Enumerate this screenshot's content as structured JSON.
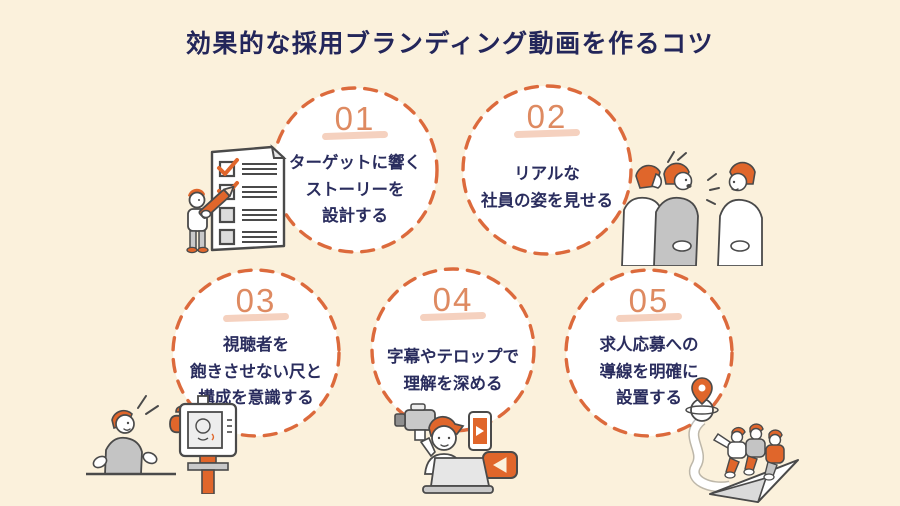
{
  "title": "効果的な採用ブランディング動画を作るコツ",
  "colors": {
    "background": "#FBF1DC",
    "circle_fill": "#FFFFFF",
    "circle_border": "#DC6A3C",
    "number": "#DE8A61",
    "number_underline": "#F2C1AA",
    "text": "#2A2D5E",
    "title_text": "#23265A",
    "accent_orange": "#E0662B",
    "illustration_gray": "#C9C9C9"
  },
  "circles": [
    {
      "number": "01",
      "lines": [
        "ターゲットに響く",
        "ストーリーを",
        "設計する"
      ]
    },
    {
      "number": "02",
      "lines": [
        "リアルな",
        "社員の姿を見せる"
      ]
    },
    {
      "number": "03",
      "lines": [
        "視聴者を",
        "飽きさせない尺と",
        "構成を意識する"
      ]
    },
    {
      "number": "04",
      "lines": [
        "字幕やテロップで",
        "理解を深める"
      ]
    },
    {
      "number": "05",
      "lines": [
        "求人応募への",
        "導線を明確に",
        "設置する"
      ]
    }
  ],
  "illustrations": [
    {
      "name": "checklist-person-illustration",
      "description": "person checking items on checklist"
    },
    {
      "name": "employees-talking-illustration",
      "description": "three employees chatting"
    },
    {
      "name": "camera-interview-illustration",
      "description": "person filmed by camera on tripod"
    },
    {
      "name": "videographer-illustration",
      "description": "person with camcorder, laptop, phone, play button"
    },
    {
      "name": "paper-plane-goal-illustration",
      "description": "people riding paper plane toward map pin"
    }
  ]
}
